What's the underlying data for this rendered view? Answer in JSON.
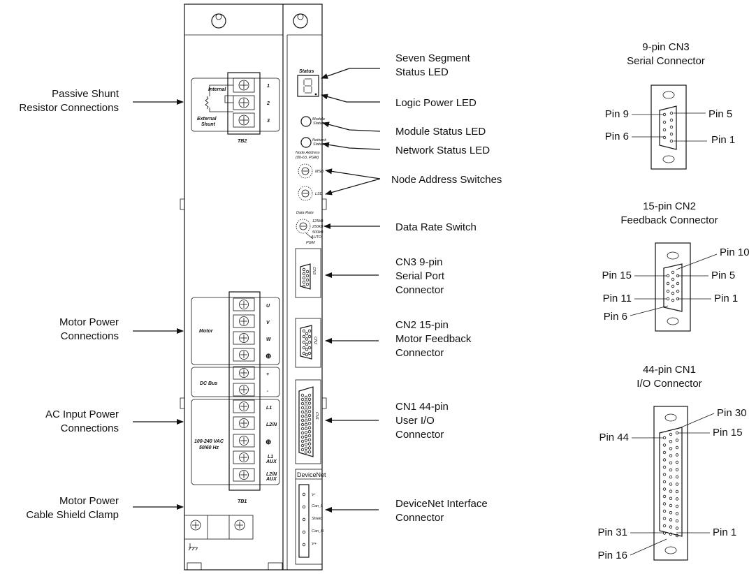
{
  "left_labels": {
    "shunt": [
      "Passive Shunt",
      "Resistor Connections"
    ],
    "motor_power": [
      "Motor Power",
      "Connections"
    ],
    "ac_input": [
      "AC Input Power",
      "Connections"
    ],
    "shield_clamp": [
      "Motor Power",
      "Cable Shield Clamp"
    ]
  },
  "middle_labels": {
    "seven_segment": [
      "Seven Segment",
      "Status LED"
    ],
    "logic_power": "Logic Power LED",
    "module_status": "Module Status LED",
    "network_status": "Network Status LED",
    "node_address": "Node Address Switches",
    "data_rate": "Data Rate Switch",
    "cn3": [
      "CN3 9-pin",
      "Serial Port",
      "Connector"
    ],
    "cn2": [
      "CN2 15-pin",
      "Motor Feedback",
      "Connector"
    ],
    "cn1": [
      "CN1 44-pin",
      "User I/O",
      "Connector"
    ],
    "devicenet_iface": [
      "DeviceNet Interface",
      "Connector"
    ]
  },
  "drive_panel": {
    "status": "Status",
    "module_status": [
      "Module",
      "Status"
    ],
    "network_status": [
      "Network",
      "Status"
    ],
    "node_address": [
      "Node Address",
      "(00-63, PGM)"
    ],
    "msd": "MSD",
    "lsd": "LSD",
    "data_rate": "Data Rate",
    "rates": [
      "125kB",
      "250kB",
      "500kB",
      "AUTO",
      "PGM"
    ],
    "cn3": "CN3",
    "cn2": "CN2",
    "cn1": "CN1",
    "devicenet": "DeviceNet",
    "dnet_pins": [
      "V-",
      "Can_L",
      "Shield",
      "Can_H",
      "V+"
    ],
    "tb2": "TB2",
    "tb1": "TB1",
    "internal": "Internal",
    "external_shunt": [
      "External",
      "Shunt"
    ],
    "tb2_terms": [
      "1",
      "2",
      "3"
    ],
    "motor": "Motor",
    "motor_terms": [
      "U",
      "V",
      "W",
      "⊕"
    ],
    "dc_bus": "DC Bus",
    "dc_terms": [
      "+",
      "-"
    ],
    "ac_label": [
      "100-240 VAC",
      "50/60 Hz"
    ],
    "ac_terms": [
      "L1",
      "L2/N",
      "⊕",
      "L1",
      "AUX",
      "L2/N",
      "AUX"
    ]
  },
  "connectors": {
    "cn3": {
      "title": [
        "9-pin CN3",
        "Serial Connector"
      ],
      "pins": [
        "Pin 9",
        "Pin 5",
        "Pin 6",
        "Pin 1"
      ]
    },
    "cn2": {
      "title": [
        "15-pin CN2",
        "Feedback Connector"
      ],
      "pins": [
        "Pin 10",
        "Pin 15",
        "Pin 5",
        "Pin 11",
        "Pin 1",
        "Pin 6"
      ]
    },
    "cn1": {
      "title": [
        "44-pin CN1",
        "I/O Connector"
      ],
      "pins": [
        "Pin 30",
        "Pin 15",
        "Pin 44",
        "Pin 31",
        "Pin 1",
        "Pin 16"
      ]
    }
  }
}
